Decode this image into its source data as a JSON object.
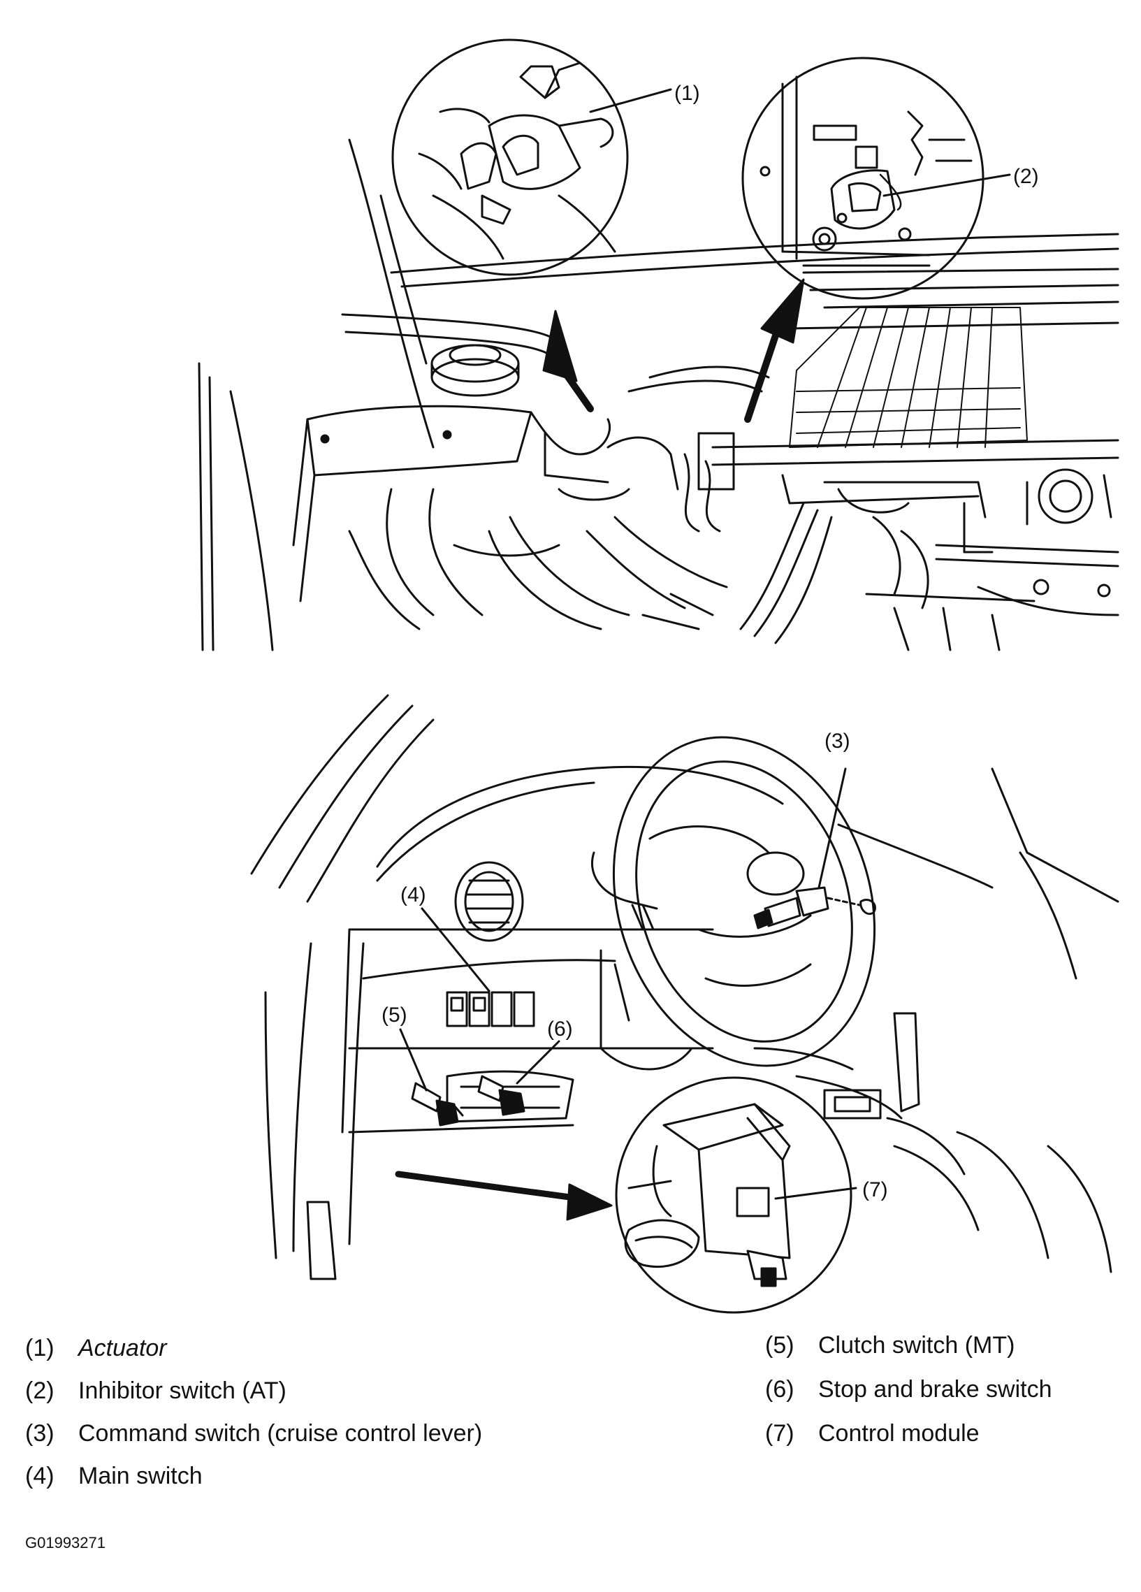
{
  "diagram": {
    "callouts": [
      "(1)",
      "(2)",
      "(3)",
      "(4)",
      "(5)",
      "(6)",
      "(7)"
    ],
    "legend_left": [
      {
        "num": "(1)",
        "label": "Actuator"
      },
      {
        "num": "(2)",
        "label": "Inhibitor switch (AT)"
      },
      {
        "num": "(3)",
        "label": "Command switch (cruise control lever)"
      },
      {
        "num": "(4)",
        "label": "Main switch"
      }
    ],
    "legend_right": [
      {
        "num": "(5)",
        "label": "Clutch switch (MT)"
      },
      {
        "num": "(6)",
        "label": "Stop and brake switch"
      },
      {
        "num": "(7)",
        "label": "Control module"
      }
    ],
    "figure_code": "G01993271"
  }
}
